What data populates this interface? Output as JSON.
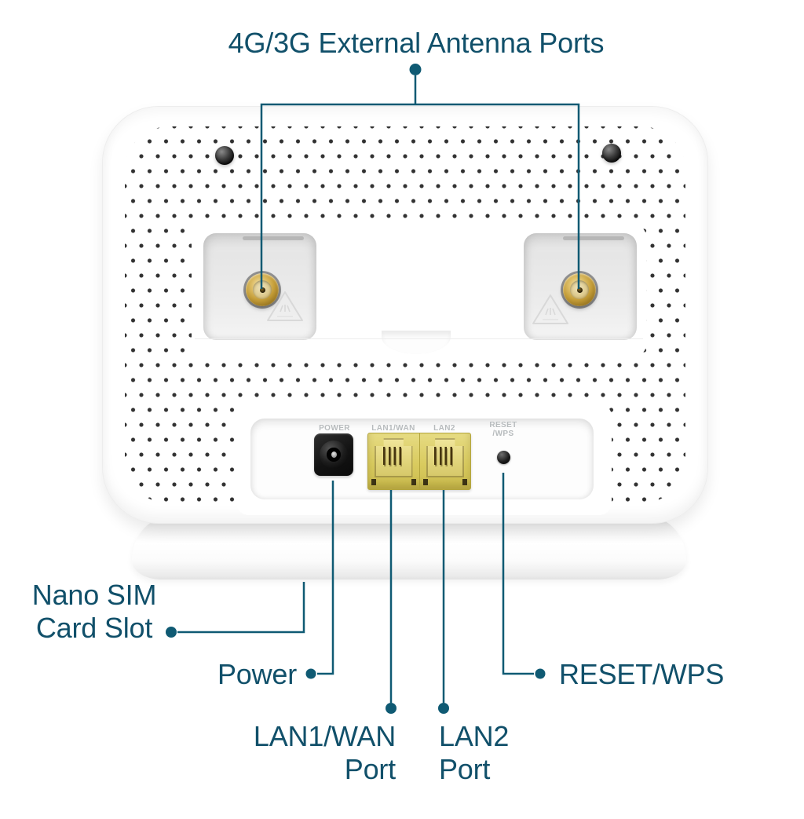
{
  "title": "4G/3G External Antenna Ports",
  "callouts": {
    "antenna_ports": "4G/3G External Antenna Ports",
    "sim_line1": "Nano SIM",
    "sim_line2": "Card Slot",
    "power": "Power",
    "lan1_line1": "LAN1/WAN",
    "lan1_line2": "Port",
    "lan2_line1": "LAN2",
    "lan2_line2": "Port",
    "reset_wps": "RESET/WPS"
  },
  "panel_labels": {
    "power": "POWER",
    "lan1": "LAN1/WAN",
    "lan2": "LAN2",
    "reset_line1": "RESET",
    "reset_line2": "/WPS"
  },
  "icons": {
    "sma_connector": "gold-circular-coax-jack",
    "warning_triangle": "triangle-outline",
    "screw": "dark-circle",
    "callout_dot": "filled-circle"
  },
  "colors": {
    "accent": "#0f5a73",
    "label_text": "#11506a",
    "panel_label": "#b7bbbd",
    "port_yellow": "#d9cb5f",
    "port_yellow_dark": "#b3a53d",
    "dot_color": "#212121"
  }
}
